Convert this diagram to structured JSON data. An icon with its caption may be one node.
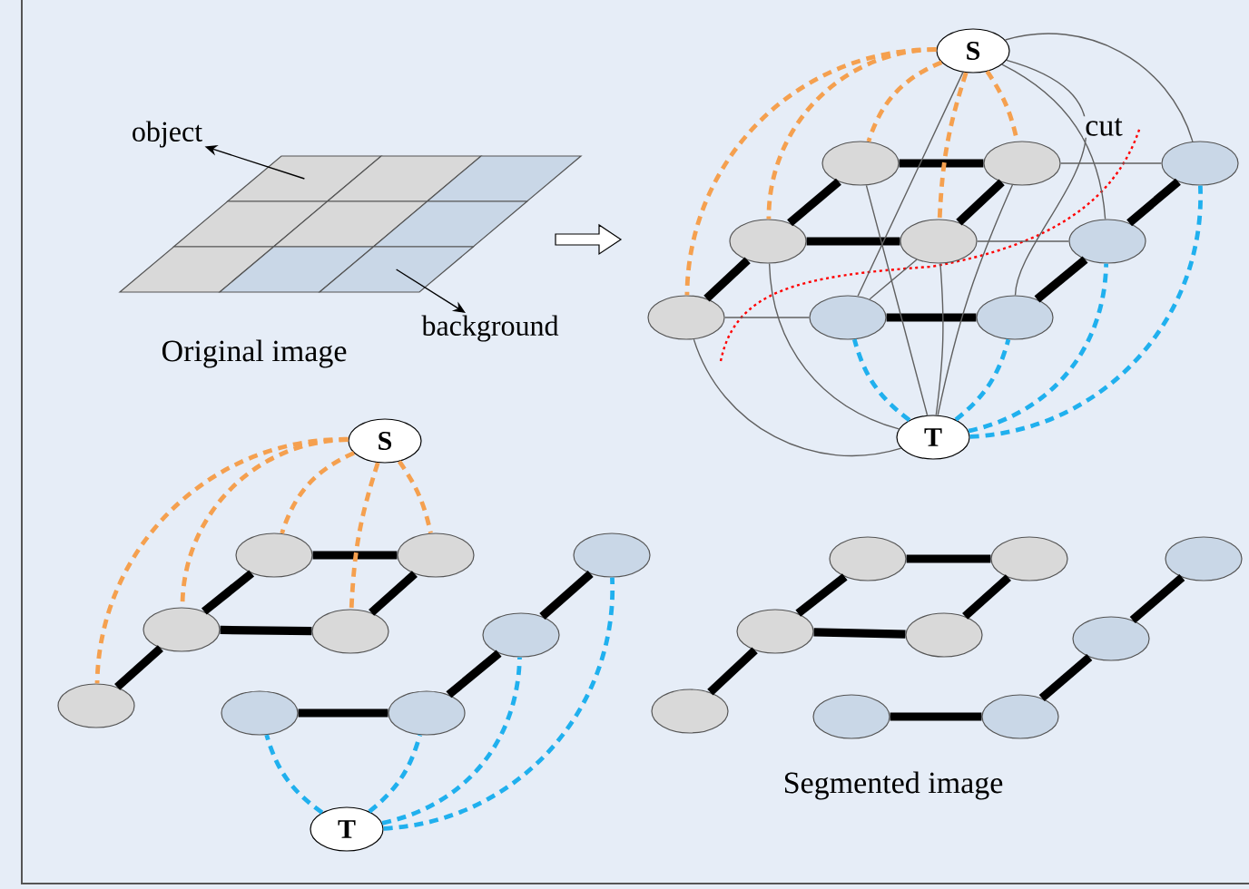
{
  "diagram": {
    "nodes": [
      {
        "text": [
          "object"
        ]
      },
      {
        "text": [],
        "shape": "box"
      },
      {
        "text": [],
        "shape": "box"
      },
      {
        "text": [],
        "shape": "box"
      },
      {
        "text": [],
        "shape": "box"
      },
      {
        "text": [],
        "shape": "box"
      },
      {
        "text": [],
        "shape": "box"
      },
      {
        "text": [],
        "shape": "box"
      },
      {
        "text": [],
        "shape": "box"
      },
      {
        "text": [],
        "shape": "box"
      },
      {
        "text": [
          "background"
        ]
      },
      {
        "text": [
          "S"
        ]
      },
      {
        "text": [],
        "shape": "ellipse"
      },
      {
        "text": [],
        "shape": "ellipse"
      },
      {
        "text": [],
        "shape": "ellipse"
      },
      {
        "text": [],
        "shape": "ellipse"
      },
      {
        "text": [],
        "shape": "ellipse"
      },
      {
        "text": [],
        "shape": "ellipse"
      },
      {
        "text": [],
        "shape": "ellipse"
      },
      {
        "text": [],
        "shape": "ellipse"
      },
      {
        "text": [],
        "shape": "ellipse"
      },
      {
        "text": [
          "T"
        ]
      },
      {
        "text": [
          "S"
        ]
      },
      {
        "text": [],
        "shape": "ellipse"
      },
      {
        "text": [],
        "shape": "ellipse"
      },
      {
        "text": [],
        "shape": "ellipse"
      },
      {
        "text": [],
        "shape": "ellipse"
      },
      {
        "text": [],
        "shape": "ellipse"
      },
      {
        "text": [],
        "shape": "ellipse"
      },
      {
        "text": [],
        "shape": "ellipse"
      },
      {
        "text": [],
        "shape": "ellipse"
      },
      {
        "text": [],
        "shape": "ellipse"
      },
      {
        "text": [
          "T"
        ]
      },
      {
        "text": [],
        "shape": "ellipse"
      },
      {
        "text": [],
        "shape": "ellipse"
      },
      {
        "text": [],
        "shape": "ellipse"
      },
      {
        "text": [],
        "shape": "ellipse"
      },
      {
        "text": [],
        "shape": "ellipse"
      },
      {
        "text": [],
        "shape": "ellipse"
      },
      {
        "text": [],
        "shape": "ellipse"
      },
      {
        "text": [],
        "shape": "ellipse"
      },
      {
        "text": [],
        "shape": "ellipse"
      }
    ],
    "edges": [
      {
        "from": 1,
        "to": 0,
        "arrow": "to"
      },
      {
        "from": 9,
        "to": 10,
        "arrow": "to"
      },
      {
        "from": 12,
        "to": 13,
        "arrow": "none",
        "style": "thick"
      },
      {
        "from": 13,
        "to": 14,
        "arrow": "none",
        "color": "#606060"
      },
      {
        "from": 15,
        "to": 16,
        "arrow": "none",
        "style": "thick"
      },
      {
        "from": 16,
        "to": 17,
        "arrow": "none",
        "color": "#606060"
      },
      {
        "from": 18,
        "to": 19,
        "arrow": "none",
        "color": "#606060"
      },
      {
        "from": 19,
        "to": 20,
        "arrow": "none",
        "style": "thick"
      },
      {
        "from": 18,
        "to": 15,
        "arrow": "none",
        "style": "thick"
      },
      {
        "from": 15,
        "to": 12,
        "arrow": "none",
        "style": "thick"
      },
      {
        "from": 19,
        "to": 16,
        "arrow": "none",
        "color": "#606060"
      },
      {
        "from": 16,
        "to": 13,
        "arrow": "none",
        "style": "thick"
      },
      {
        "from": 20,
        "to": 17,
        "arrow": "none",
        "style": "thick"
      },
      {
        "from": 17,
        "to": 14,
        "arrow": "none",
        "style": "thick"
      },
      {
        "from": 11,
        "to": 12,
        "arrow": "none",
        "style": "dashed",
        "color": "#f5a04f"
      },
      {
        "from": 11,
        "to": 13,
        "arrow": "none",
        "style": "dashed",
        "color": "#f5a04f"
      },
      {
        "from": 11,
        "to": 15,
        "arrow": "none",
        "style": "dashed",
        "color": "#f5a04f"
      },
      {
        "from": 11,
        "to": 16,
        "arrow": "none",
        "style": "dashed",
        "color": "#f5a04f"
      },
      {
        "from": 11,
        "to": 18,
        "arrow": "none",
        "style": "dashed",
        "color": "#f5a04f"
      },
      {
        "from": 11,
        "to": 14,
        "arrow": "none",
        "color": "#606060"
      },
      {
        "from": 11,
        "to": 17,
        "arrow": "none",
        "color": "#606060"
      },
      {
        "from": 11,
        "to": 19,
        "arrow": "none",
        "color": "#606060"
      },
      {
        "from": 11,
        "to": 20,
        "arrow": "none",
        "color": "#606060"
      },
      {
        "from": 21,
        "to": 19,
        "arrow": "none",
        "style": "dashed",
        "color": "#20b0ee"
      },
      {
        "from": 21,
        "to": 20,
        "arrow": "none",
        "style": "dashed",
        "color": "#20b0ee"
      },
      {
        "from": 21,
        "to": 17,
        "arrow": "none",
        "style": "dashed",
        "color": "#20b0ee"
      },
      {
        "from": 21,
        "to": 14,
        "arrow": "none",
        "style": "dashed",
        "color": "#20b0ee"
      },
      {
        "from": 21,
        "to": 18,
        "arrow": "none",
        "color": "#606060"
      },
      {
        "from": 21,
        "to": 15,
        "arrow": "none",
        "color": "#606060"
      },
      {
        "from": 21,
        "to": 12,
        "arrow": "none",
        "color": "#606060"
      },
      {
        "from": 21,
        "to": 16,
        "arrow": "none",
        "color": "#606060"
      },
      {
        "from": 21,
        "to": 13,
        "arrow": "none",
        "color": "#606060"
      },
      {
        "from": 23,
        "to": 24,
        "arrow": "none",
        "style": "thick"
      },
      {
        "from": 26,
        "to": 27,
        "arrow": "none",
        "style": "thick"
      },
      {
        "from": 30,
        "to": 31,
        "arrow": "none",
        "style": "thick"
      },
      {
        "from": 29,
        "to": 26,
        "arrow": "none",
        "style": "thick"
      },
      {
        "from": 26,
        "to": 23,
        "arrow": "none",
        "style": "thick"
      },
      {
        "from": 27,
        "to": 24,
        "arrow": "none",
        "style": "thick"
      },
      {
        "from": 31,
        "to": 28,
        "arrow": "none",
        "style": "thick"
      },
      {
        "from": 28,
        "to": 25,
        "arrow": "none",
        "style": "thick"
      },
      {
        "from": 22,
        "to": 23,
        "arrow": "none",
        "style": "dashed",
        "color": "#f5a04f"
      },
      {
        "from": 22,
        "to": 24,
        "arrow": "none",
        "style": "dashed",
        "color": "#f5a04f"
      },
      {
        "from": 22,
        "to": 26,
        "arrow": "none",
        "style": "dashed",
        "color": "#f5a04f"
      },
      {
        "from": 22,
        "to": 27,
        "arrow": "none",
        "style": "dashed",
        "color": "#f5a04f"
      },
      {
        "from": 22,
        "to": 29,
        "arrow": "none",
        "style": "dashed",
        "color": "#f5a04f"
      },
      {
        "from": 32,
        "to": 30,
        "arrow": "none",
        "style": "dashed",
        "color": "#20b0ee"
      },
      {
        "from": 32,
        "to": 31,
        "arrow": "none",
        "style": "dashed",
        "color": "#20b0ee"
      },
      {
        "from": 32,
        "to": 28,
        "arrow": "none",
        "style": "dashed",
        "color": "#20b0ee"
      },
      {
        "from": 32,
        "to": 25,
        "arrow": "none",
        "style": "dashed",
        "color": "#20b0ee"
      },
      {
        "from": 33,
        "to": 34,
        "arrow": "none",
        "style": "thick"
      },
      {
        "from": 36,
        "to": 37,
        "arrow": "none",
        "style": "thick"
      },
      {
        "from": 40,
        "to": 41,
        "arrow": "none",
        "style": "thick"
      },
      {
        "from": 39,
        "to": 36,
        "arrow": "none",
        "style": "thick"
      },
      {
        "from": 36,
        "to": 33,
        "arrow": "none",
        "style": "thick"
      },
      {
        "from": 37,
        "to": 34,
        "arrow": "none",
        "style": "thick"
      },
      {
        "from": 41,
        "to": 38,
        "arrow": "none",
        "style": "thick"
      },
      {
        "from": 38,
        "to": 35,
        "arrow": "none",
        "style": "thick"
      }
    ],
    "labels": [
      "Original image",
      "cut",
      "Segmented image"
    ]
  }
}
